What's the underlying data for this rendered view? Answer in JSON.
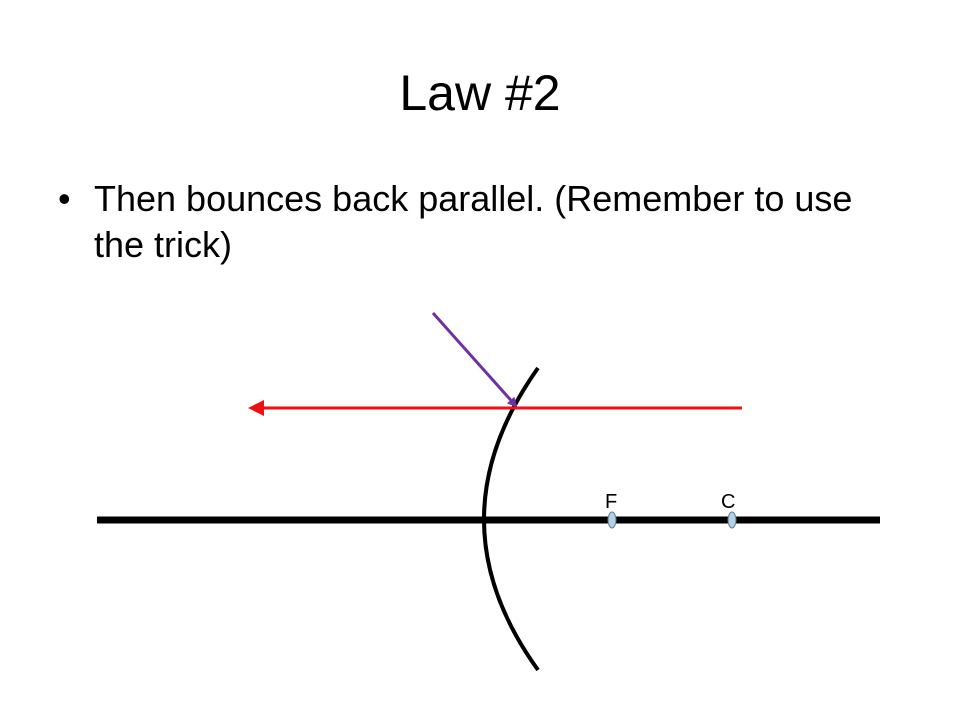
{
  "slide": {
    "title": "Law #2",
    "bullets": [
      "Then bounces back parallel. (Remember to use the trick)"
    ],
    "bullet_glyph": "•"
  },
  "diagram": {
    "labels": {
      "focal_point": "F",
      "center_of_curvature": "C"
    },
    "colors": {
      "incident_ray": "#7030a0",
      "reflected_ray": "#ee1111",
      "mirror": "#000000",
      "principal_axis": "#000000",
      "point_marker_fill": "#b7cde0",
      "point_marker_stroke": "#5a7c99"
    }
  }
}
